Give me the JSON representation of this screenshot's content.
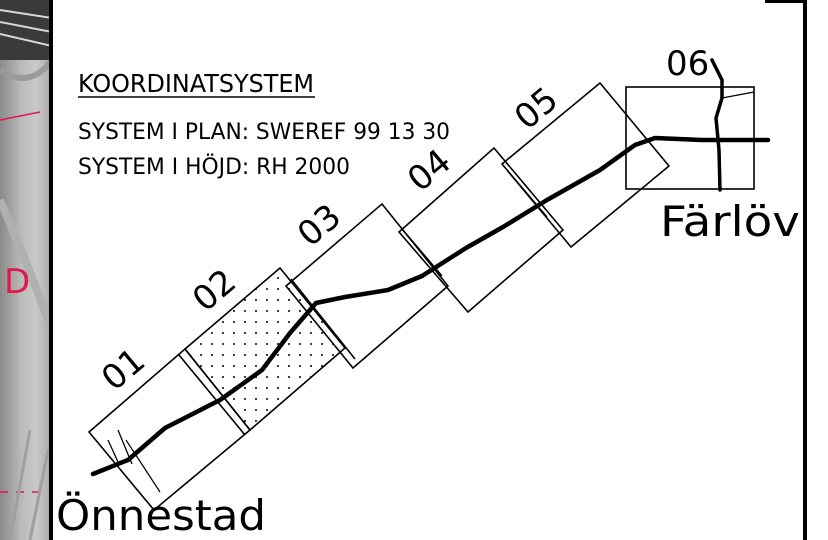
{
  "header": {
    "title": "KOORDINATSYSTEM",
    "line1": "SYSTEM I PLAN: SWEREF 99 13 30",
    "line2": "SYSTEM I HÖJD: RH 2000"
  },
  "sheets": [
    {
      "label": "01"
    },
    {
      "label": "02",
      "hatched": true
    },
    {
      "label": "03"
    },
    {
      "label": "04"
    },
    {
      "label": "05"
    },
    {
      "label": "06"
    }
  ],
  "places": {
    "start": "Önnestad",
    "end": "Färlöv"
  },
  "edge_fragment": "D",
  "colors": {
    "line": "#000000",
    "background": "#ffffff",
    "edge_red": "#e0194a"
  }
}
